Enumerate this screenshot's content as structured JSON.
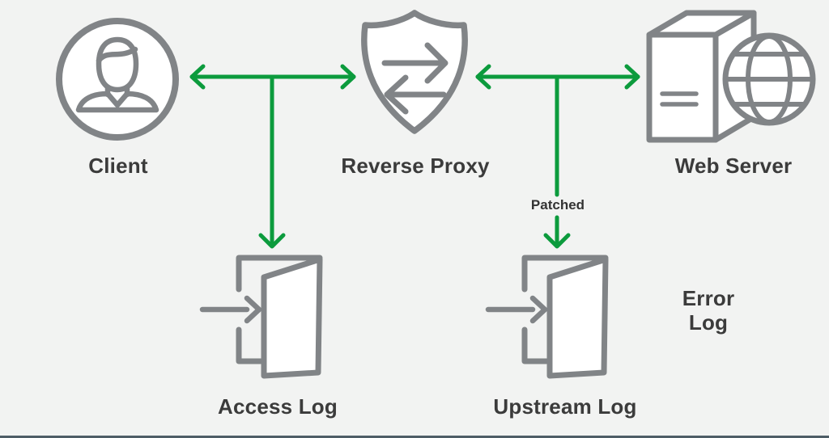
{
  "diagram": {
    "nodes": {
      "client": {
        "label": "Client"
      },
      "reverse_proxy": {
        "label": "Reverse Proxy"
      },
      "web_server": {
        "label": "Web Server"
      },
      "access_log": {
        "label": "Access Log"
      },
      "upstream_log": {
        "label": "Upstream Log"
      },
      "error_log": {
        "label": "Error Log"
      }
    },
    "edges": {
      "proxy_to_upstream_log": {
        "label": "Patched"
      }
    },
    "colors": {
      "arrow_green": "#0c9b3d",
      "icon_gray": "#818487",
      "label_text": "#3b3b3b",
      "background": "#f2f3f2",
      "footer_bar": "#4e5d66"
    }
  }
}
